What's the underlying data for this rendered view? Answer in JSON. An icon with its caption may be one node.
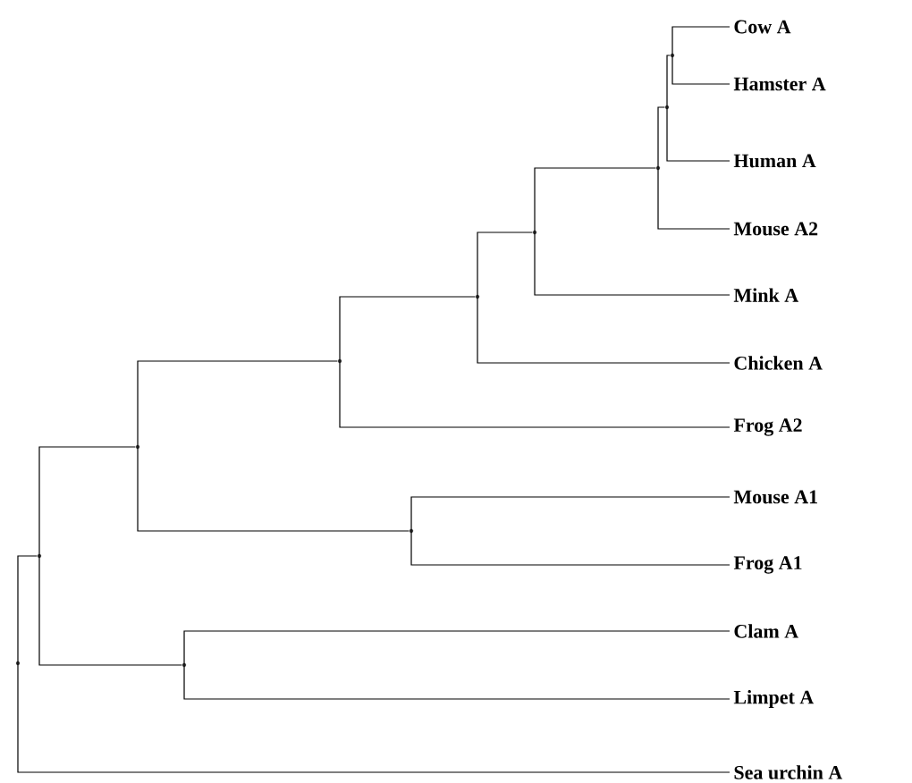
{
  "diagram": {
    "nodes": [
      {
        "text": [
          "Cow A"
        ]
      },
      {
        "text": [
          "Hamster A"
        ]
      },
      {
        "text": [
          "Human A"
        ]
      },
      {
        "text": [
          "Mouse A2"
        ]
      },
      {
        "text": [
          "Mink A"
        ]
      },
      {
        "text": [
          "Chicken A"
        ]
      },
      {
        "text": [
          "Frog A2"
        ]
      },
      {
        "text": [
          "Mouse A1"
        ]
      },
      {
        "text": [
          "Frog A1"
        ]
      },
      {
        "text": [
          "Clam A"
        ]
      },
      {
        "text": [
          "Limpet A"
        ]
      },
      {
        "text": [
          "Sea urchin A"
        ]
      },
      {
        "text": [],
        "shape": "point"
      },
      {
        "text": [],
        "shape": "point"
      },
      {
        "text": [],
        "shape": "point"
      },
      {
        "text": [],
        "shape": "point"
      },
      {
        "text": [],
        "shape": "point"
      },
      {
        "text": [],
        "shape": "point"
      },
      {
        "text": [],
        "shape": "point"
      },
      {
        "text": [],
        "shape": "point"
      },
      {
        "text": [],
        "shape": "point"
      },
      {
        "text": [],
        "shape": "point"
      },
      {
        "text": [],
        "shape": "point"
      }
    ],
    "edges": [
      {
        "from": 12,
        "to": 0,
        "arrow": "none"
      },
      {
        "from": 12,
        "to": 1,
        "arrow": "none"
      },
      {
        "from": 13,
        "to": 12,
        "arrow": "none"
      },
      {
        "from": 13,
        "to": 2,
        "arrow": "none"
      },
      {
        "from": 14,
        "to": 13,
        "arrow": "none"
      },
      {
        "from": 14,
        "to": 3,
        "arrow": "none"
      },
      {
        "from": 15,
        "to": 14,
        "arrow": "none"
      },
      {
        "from": 15,
        "to": 4,
        "arrow": "none"
      },
      {
        "from": 16,
        "to": 15,
        "arrow": "none"
      },
      {
        "from": 16,
        "to": 5,
        "arrow": "none"
      },
      {
        "from": 17,
        "to": 16,
        "arrow": "none"
      },
      {
        "from": 17,
        "to": 6,
        "arrow": "none"
      },
      {
        "from": 18,
        "to": 7,
        "arrow": "none"
      },
      {
        "from": 18,
        "to": 8,
        "arrow": "none"
      },
      {
        "from": 19,
        "to": 17,
        "arrow": "none"
      },
      {
        "from": 19,
        "to": 18,
        "arrow": "none"
      },
      {
        "from": 20,
        "to": 9,
        "arrow": "none"
      },
      {
        "from": 20,
        "to": 10,
        "arrow": "none"
      },
      {
        "from": 21,
        "to": 19,
        "arrow": "none"
      },
      {
        "from": 21,
        "to": 20,
        "arrow": "none"
      },
      {
        "from": 22,
        "to": 21,
        "arrow": "none"
      },
      {
        "from": 22,
        "to": 11,
        "arrow": "none"
      }
    ]
  }
}
